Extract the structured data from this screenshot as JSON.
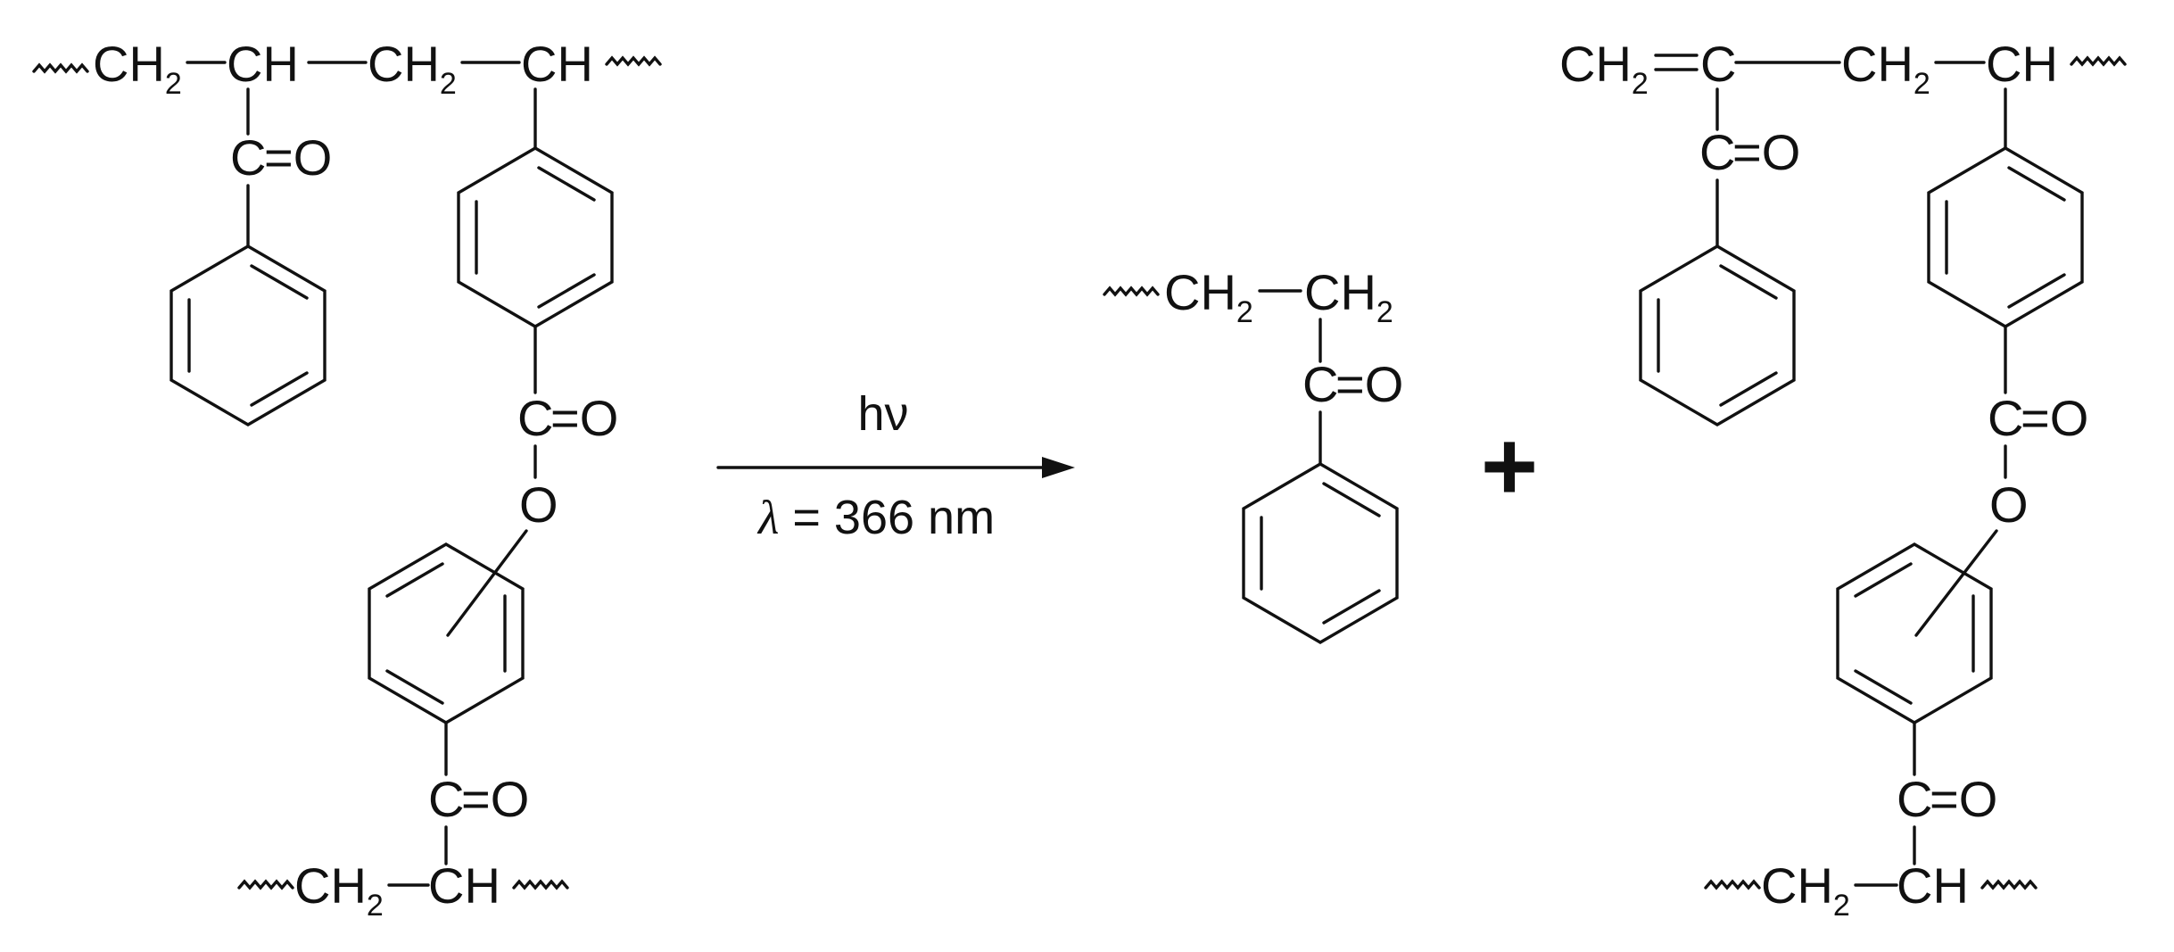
{
  "reaction": {
    "condition_above": "hν",
    "lambda_symbol": "λ",
    "condition_below": " = 366 nm",
    "plus_sign": "+"
  },
  "labels": {
    "ch2": "CH",
    "ch": "CH",
    "c": "C",
    "eq_o": "=O",
    "o": "O",
    "sub2": "2"
  }
}
